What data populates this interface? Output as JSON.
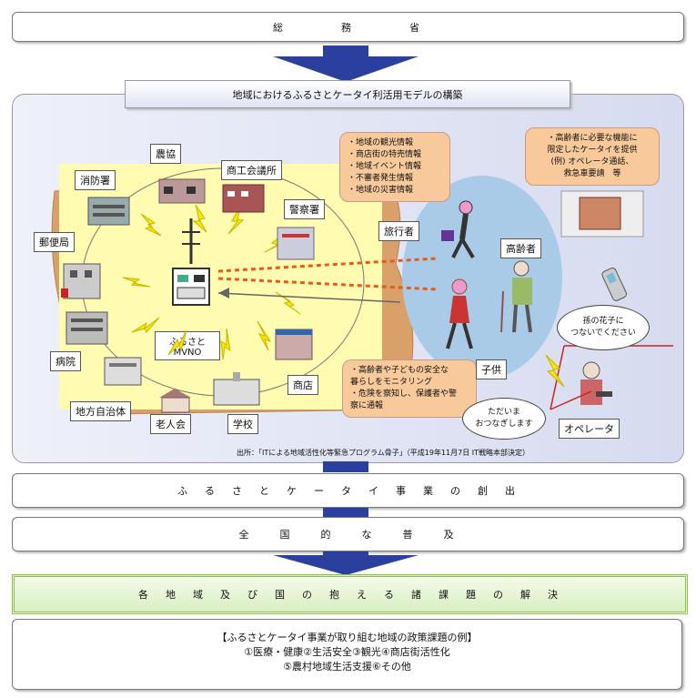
{
  "top_box": "総　　　　務　　　　省",
  "panel_title": "地域におけるふるさとケータイ利活用モデルの構築",
  "facilities": {
    "fire": "消防署",
    "agri": "農協",
    "chamber": "商工会議所",
    "police": "警察署",
    "post": "郵便局",
    "hospital": "病院",
    "local_gov": "地方自治体",
    "elderly_club": "老人会",
    "school": "学校",
    "shop": "商店"
  },
  "mvno_label": "ふるさと\nMVNO",
  "people": {
    "traveler": "旅行者",
    "elderly": "高齢者",
    "child": "子供",
    "operator": "オペレータ"
  },
  "callouts": {
    "travel_info": [
      "・地域の観光情報",
      "・商店街の特売情報",
      "・地域イベント情報",
      "・不審者発生情報",
      "・地域の災害情報"
    ],
    "elderly_phone": [
      "・高齢者に必要な機能に",
      "限定したケータイを提供",
      "(例) オペレータ通話、",
      "救急車要請　等"
    ],
    "monitoring": [
      "・高齢者や子どもの安全な",
      "暮らしをモニタリング",
      "・危険を察知し、保護者や警",
      "察に通報"
    ]
  },
  "bubbles": {
    "request": "孫の花子に\nつないでください",
    "connecting": "ただいま\nおつなぎします"
  },
  "source": "出所：「ITによる地域活性化等緊急プログラム骨子」（平成19年11月7日 IT戦略本部決定）",
  "box_creation": "ふ　る　さ　と　ケ　ー　タ　イ　事　業　の　創　出",
  "box_spread": "全　　国　　的　　な　　普　　及",
  "box_solution": "各　地　域　及　び　国　の　抱　え　る　諸　課　題　の　解　決",
  "bottom": {
    "line1": "【ふるさとケータイ事業が取り組む地域の政策課題の例】",
    "line2": "①医療・健康②生活安全③観光④商店街活性化",
    "line3": "⑤農村地域生活支援⑥その他"
  },
  "colors": {
    "arrow": "#2b3f9f",
    "yellow_area": "#fffbb0",
    "blue_oval": "#a9cbe8",
    "callout": "#f8c99a"
  }
}
